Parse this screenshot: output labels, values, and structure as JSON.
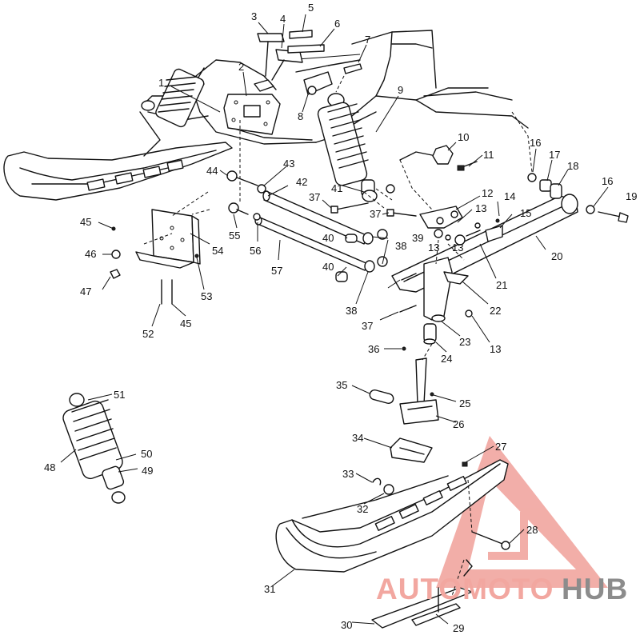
{
  "diagram": {
    "callouts": [
      "1",
      "2",
      "3",
      "4",
      "5",
      "6",
      "7",
      "8",
      "9",
      "10",
      "11",
      "12",
      "13",
      "13",
      "13",
      "13",
      "14",
      "15",
      "16",
      "16",
      "17",
      "18",
      "19",
      "20",
      "21",
      "22",
      "23",
      "24",
      "25",
      "26",
      "27",
      "28",
      "29",
      "30",
      "31",
      "32",
      "33",
      "34",
      "35",
      "36",
      "37",
      "37",
      "37",
      "38",
      "38",
      "39",
      "40",
      "40",
      "41",
      "42",
      "43",
      "44",
      "45",
      "45",
      "46",
      "47",
      "48",
      "49",
      "50",
      "51",
      "52",
      "53",
      "54",
      "55",
      "56",
      "57"
    ]
  },
  "watermark": {
    "word_a": "AUTOMOTO",
    "word_b": "HUB",
    "color_a": "#f2a7a0",
    "color_b": "#8c8c8c",
    "triangle_color": "#f0a09a"
  }
}
